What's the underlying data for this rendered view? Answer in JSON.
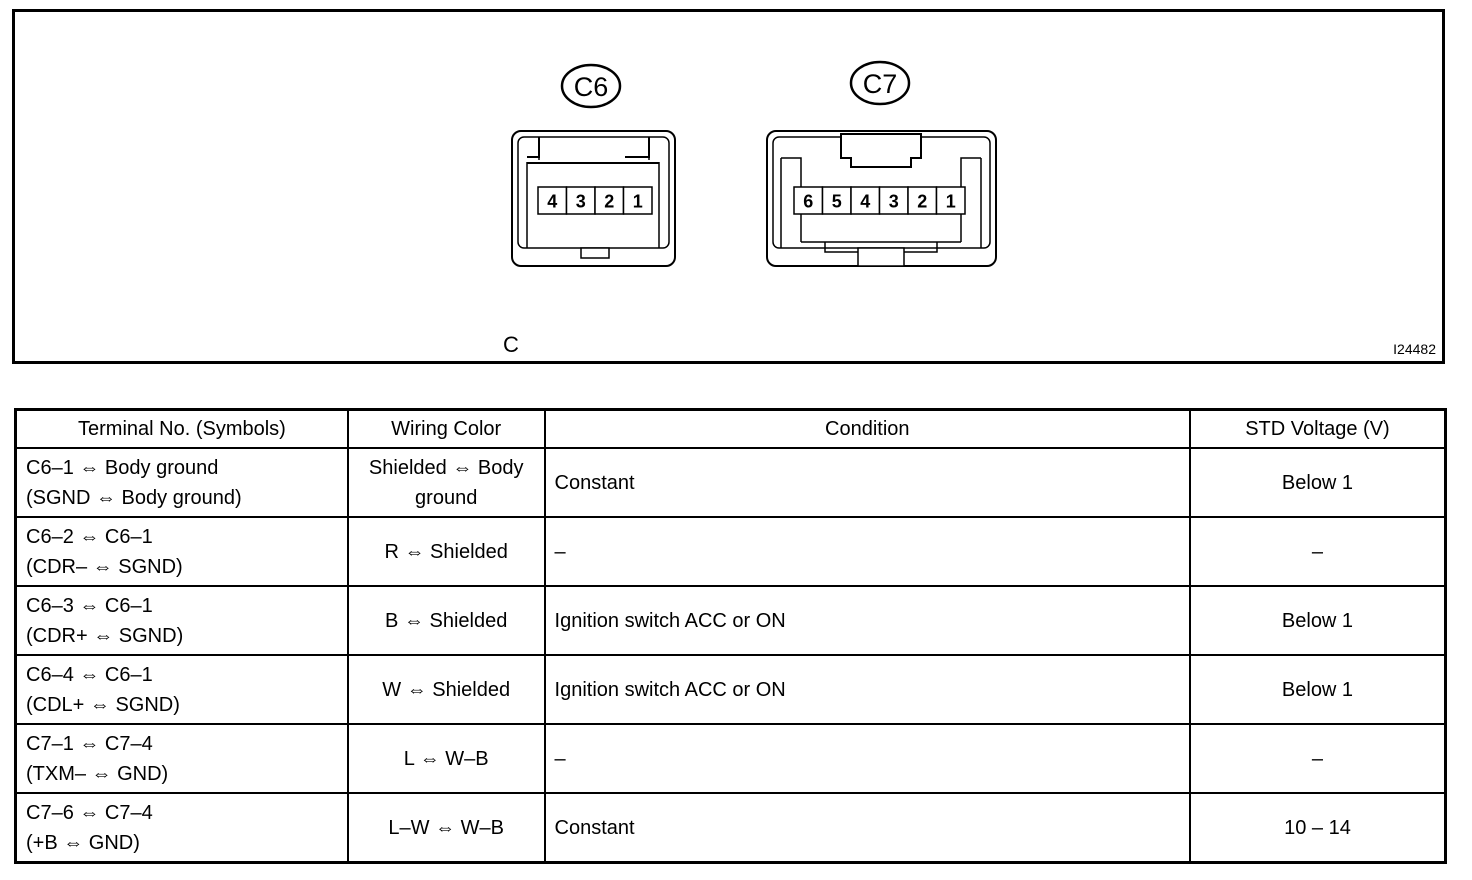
{
  "diagram": {
    "caption_letter": "C",
    "figure_id": "I24482",
    "connectors": [
      {
        "label": "C6",
        "pins": [
          "4",
          "3",
          "2",
          "1"
        ]
      },
      {
        "label": "C7",
        "pins": [
          "6",
          "5",
          "4",
          "3",
          "2",
          "1"
        ]
      }
    ]
  },
  "table": {
    "headers": [
      "Terminal No. (Symbols)",
      "Wiring Color",
      "Condition",
      "STD Voltage (V)"
    ],
    "rows": [
      {
        "terminal_line1": "C6–1 ⇔ Body ground",
        "terminal_line2": "(SGND ⇔ Body ground)",
        "wiring": "Shielded ⇔ Body ground",
        "condition": "Constant",
        "voltage": "Below 1"
      },
      {
        "terminal_line1": "C6–2 ⇔ C6–1",
        "terminal_line2": "(CDR– ⇔ SGND)",
        "wiring": "R ⇔ Shielded",
        "condition": "–",
        "voltage": "–"
      },
      {
        "terminal_line1": "C6–3 ⇔ C6–1",
        "terminal_line2": "(CDR+ ⇔ SGND)",
        "wiring": "B ⇔ Shielded",
        "condition": "Ignition switch ACC or ON",
        "voltage": "Below 1"
      },
      {
        "terminal_line1": "C6–4 ⇔ C6–1",
        "terminal_line2": "(CDL+ ⇔ SGND)",
        "wiring": "W ⇔ Shielded",
        "condition": "Ignition switch ACC or ON",
        "voltage": "Below 1"
      },
      {
        "terminal_line1": "C7–1 ⇔ C7–4",
        "terminal_line2": "(TXM– ⇔ GND)",
        "wiring": "L ⇔ W–B",
        "condition": "–",
        "voltage": "–"
      },
      {
        "terminal_line1": "C7–6 ⇔ C7–4",
        "terminal_line2": "(+B ⇔ GND)",
        "wiring": "L–W ⇔ W–B",
        "condition": "Constant",
        "voltage": "10 – 14"
      }
    ]
  }
}
